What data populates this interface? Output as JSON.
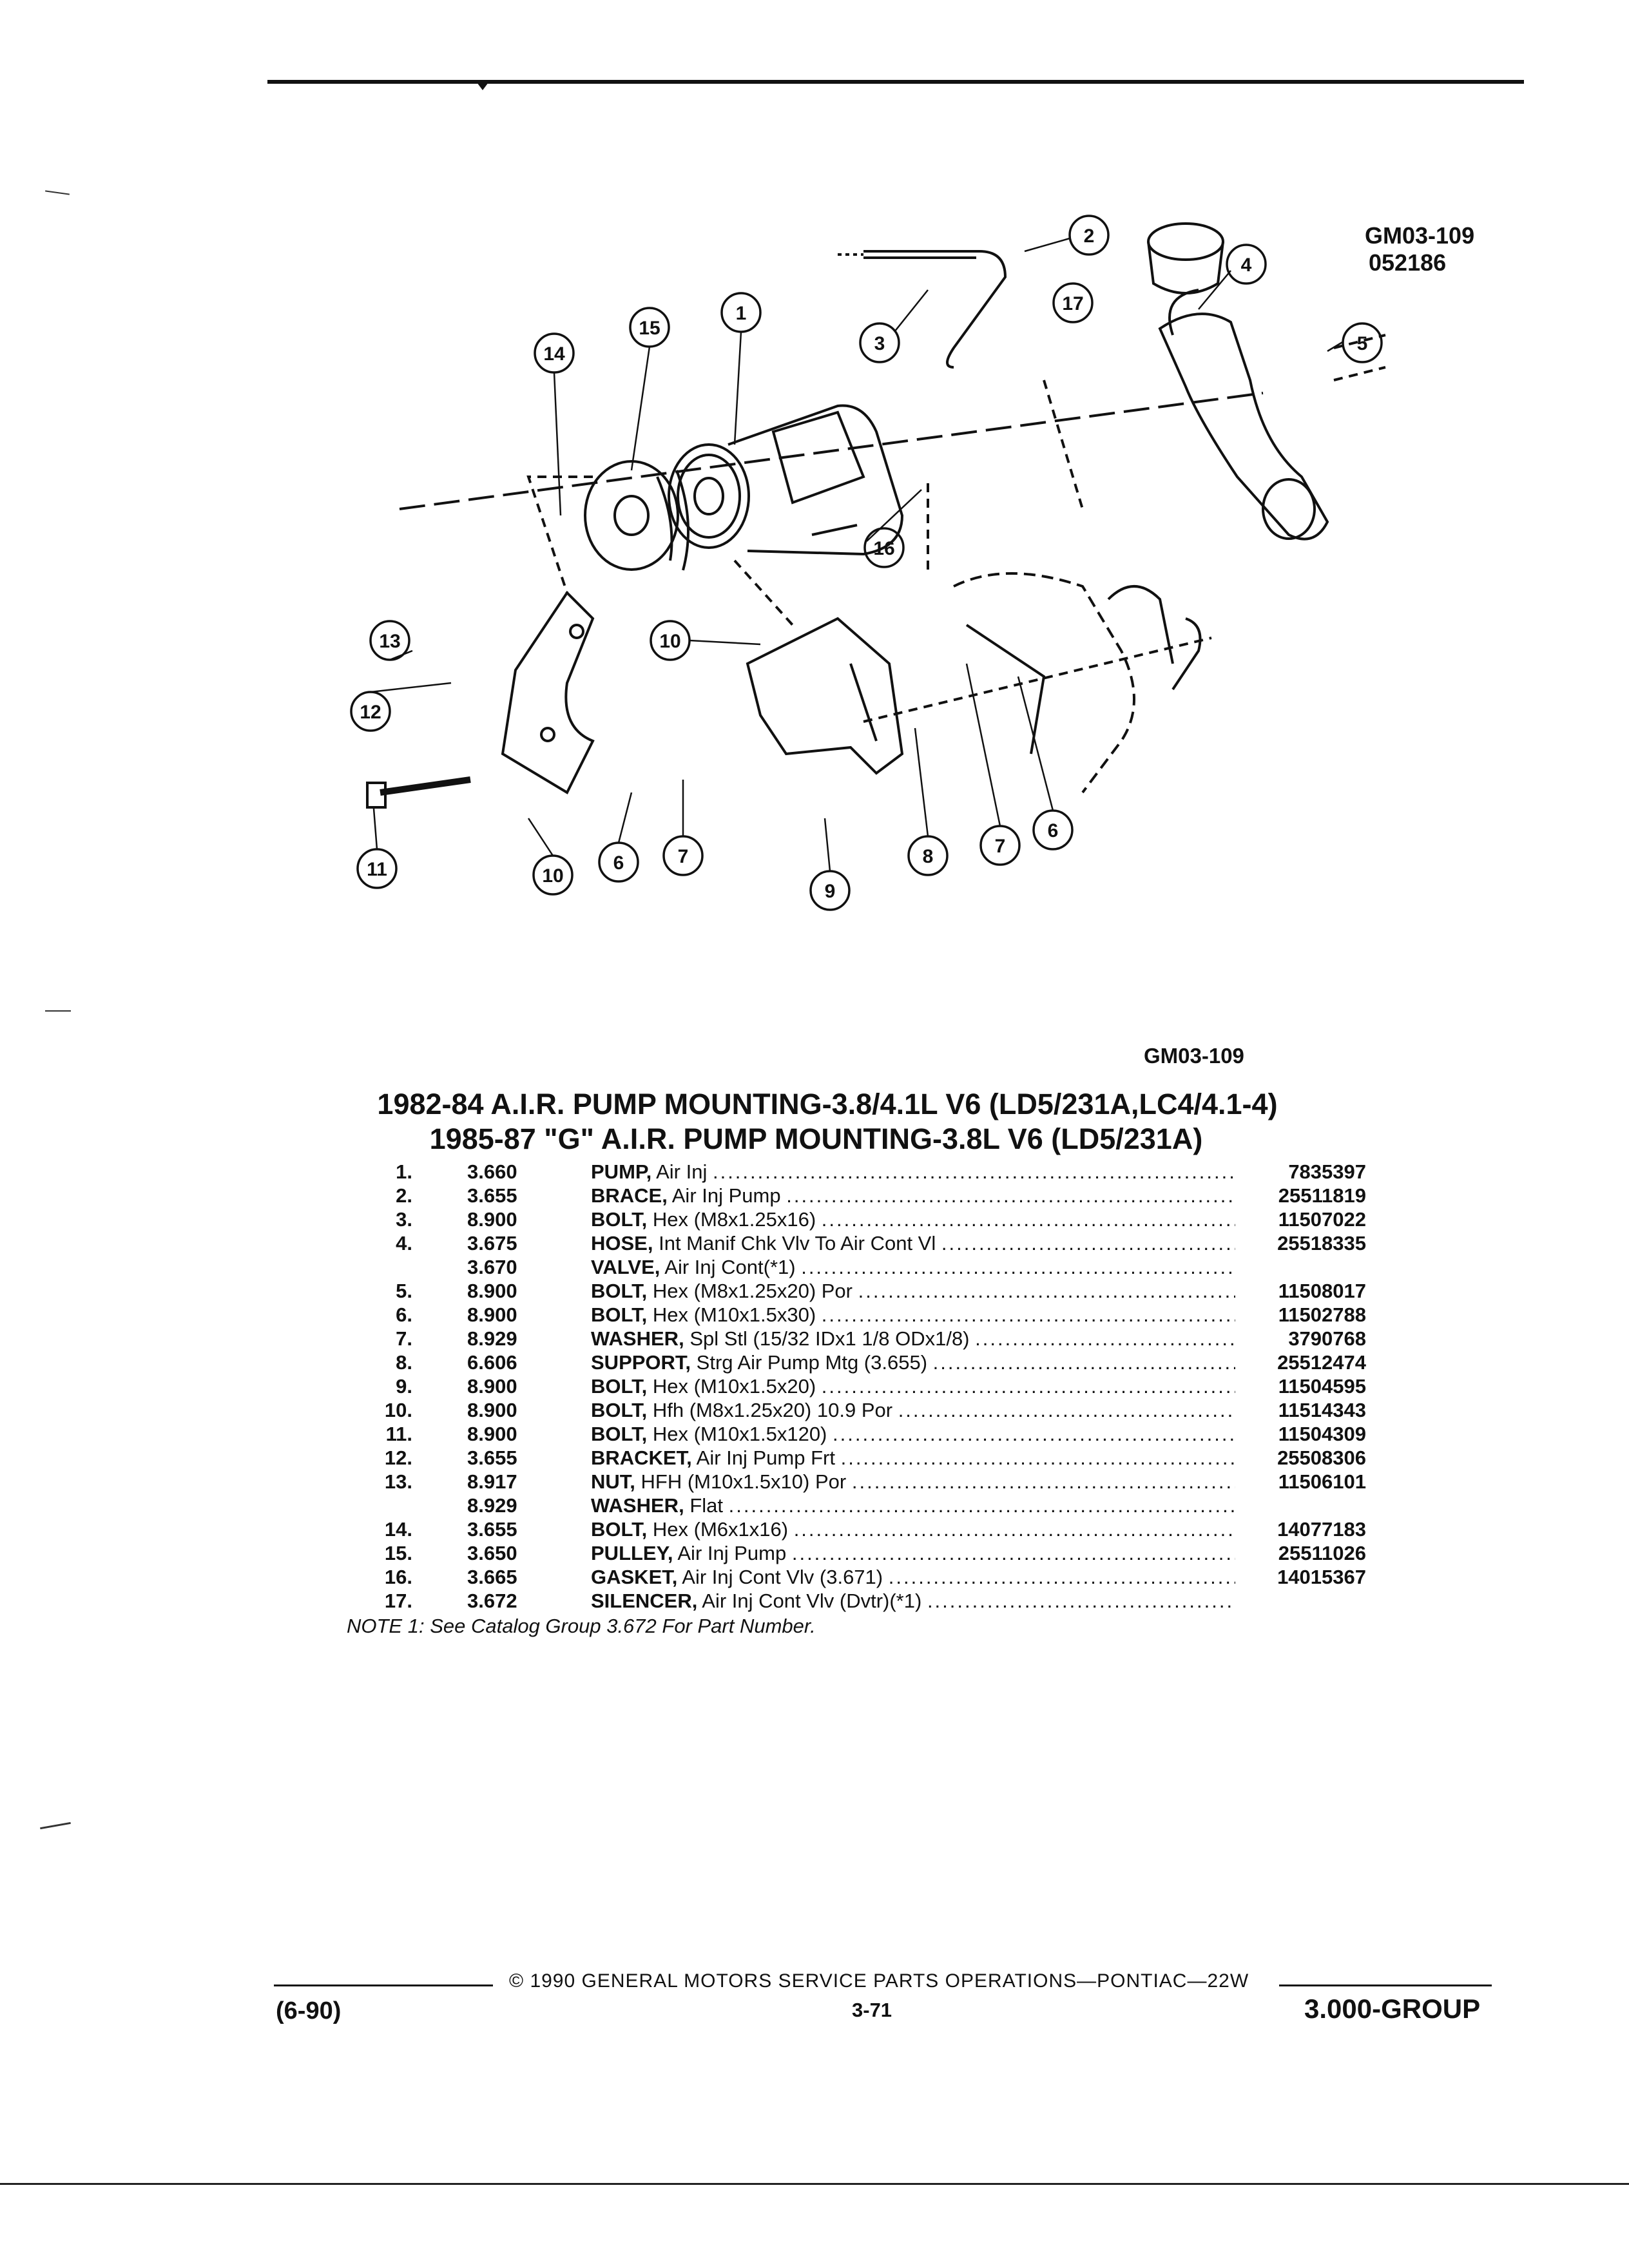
{
  "diagram": {
    "code_top": "GM03-109",
    "date_code": "052186",
    "code_bottom": "GM03-109",
    "callouts": [
      "1",
      "2",
      "3",
      "4",
      "5",
      "6",
      "6",
      "7",
      "7",
      "8",
      "9",
      "10",
      "10",
      "11",
      "12",
      "13",
      "14",
      "15",
      "16",
      "17"
    ]
  },
  "titles": {
    "line1": "1982-84 A.I.R. PUMP MOUNTING-3.8/4.1L V6 (LD5/231A,LC4/4.1-4)",
    "line2": "1985-87 \"G\" A.I.R. PUMP MOUNTING-3.8L V6 (LD5/231A)"
  },
  "parts": [
    {
      "num": "1.",
      "group": "3.660",
      "name": "PUMP,",
      "desc": "Air Inj",
      "part": "7835397"
    },
    {
      "num": "2.",
      "group": "3.655",
      "name": "BRACE,",
      "desc": "Air Inj Pump",
      "part": "25511819"
    },
    {
      "num": "3.",
      "group": "8.900",
      "name": "BOLT,",
      "desc": "Hex (M8x1.25x16)",
      "part": "11507022"
    },
    {
      "num": "4.",
      "group": "3.675",
      "name": "HOSE,",
      "desc": "Int Manif Chk Vlv To Air Cont Vl",
      "part": "25518335"
    },
    {
      "num": "",
      "group": "3.670",
      "name": "VALVE,",
      "desc": "Air Inj Cont(*1)",
      "part": ""
    },
    {
      "num": "5.",
      "group": "8.900",
      "name": "BOLT,",
      "desc": "Hex (M8x1.25x20) Por",
      "part": "11508017"
    },
    {
      "num": "6.",
      "group": "8.900",
      "name": "BOLT,",
      "desc": "Hex (M10x1.5x30)",
      "part": "11502788"
    },
    {
      "num": "7.",
      "group": "8.929",
      "name": "WASHER,",
      "desc": "Spl Stl (15/32 IDx1 1/8 ODx1/8)",
      "part": "3790768"
    },
    {
      "num": "8.",
      "group": "6.606",
      "name": "SUPPORT,",
      "desc": "Strg Air Pump Mtg (3.655)",
      "part": "25512474"
    },
    {
      "num": "9.",
      "group": "8.900",
      "name": "BOLT,",
      "desc": "Hex (M10x1.5x20)",
      "part": "11504595"
    },
    {
      "num": "10.",
      "group": "8.900",
      "name": "BOLT,",
      "desc": "Hfh (M8x1.25x20) 10.9 Por",
      "part": "11514343"
    },
    {
      "num": "11.",
      "group": "8.900",
      "name": "BOLT,",
      "desc": "Hex (M10x1.5x120)",
      "part": "11504309"
    },
    {
      "num": "12.",
      "group": "3.655",
      "name": "BRACKET,",
      "desc": "Air Inj Pump Frt",
      "part": "25508306"
    },
    {
      "num": "13.",
      "group": "8.917",
      "name": "NUT,",
      "desc": "HFH (M10x1.5x10) Por",
      "part": "11506101"
    },
    {
      "num": "",
      "group": "8.929",
      "name": "WASHER,",
      "desc": "Flat",
      "part": ""
    },
    {
      "num": "14.",
      "group": "3.655",
      "name": "BOLT,",
      "desc": "Hex (M6x1x16)",
      "part": "14077183"
    },
    {
      "num": "15.",
      "group": "3.650",
      "name": "PULLEY,",
      "desc": "Air Inj Pump",
      "part": "25511026"
    },
    {
      "num": "16.",
      "group": "3.665",
      "name": "GASKET,",
      "desc": "Air Inj Cont Vlv (3.671)",
      "part": "14015367"
    },
    {
      "num": "17.",
      "group": "3.672",
      "name": "SILENCER,",
      "desc": "Air Inj Cont Vlv (Dvtr)(*1)",
      "part": ""
    }
  ],
  "note": "NOTE 1: See Catalog Group 3.672 For Part Number.",
  "footer": {
    "copyright": "© 1990 GENERAL MOTORS SERVICE PARTS OPERATIONS—PONTIAC—22W",
    "date": "(6-90)",
    "page": "3-71",
    "group": "3.000-GROUP"
  }
}
